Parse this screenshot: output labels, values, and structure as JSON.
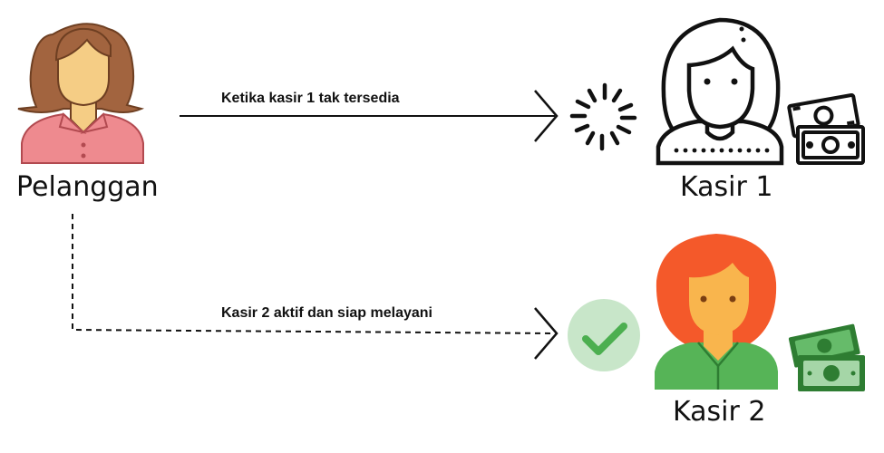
{
  "nodes": {
    "customer": {
      "label": "Pelanggan"
    },
    "cashier_1": {
      "label": "Kasir 1"
    },
    "cashier_2": {
      "label": "Kasir 2"
    }
  },
  "edges": {
    "to_cashier_1": {
      "label": "Ketika kasir 1 tak tersedia",
      "style": "solid"
    },
    "to_cashier_2": {
      "label": "Kasir 2 aktif dan siap melayani",
      "style": "dashed"
    }
  },
  "status": {
    "cashier_1": "loading-spinner-icon",
    "cashier_2": "check-icon"
  },
  "colors": {
    "customer_hair": "#a2643f",
    "customer_skin": "#f5cd85",
    "customer_shirt": "#ee8a8f",
    "cashier2_hair": "#f4592a",
    "cashier2_skin": "#f9b54d",
    "cashier2_shirt": "#56b457",
    "check_bg": "#c8e6c9",
    "check_mark": "#4caf50",
    "money_green": "#2e7d32",
    "money_light": "#a5d6a7"
  }
}
